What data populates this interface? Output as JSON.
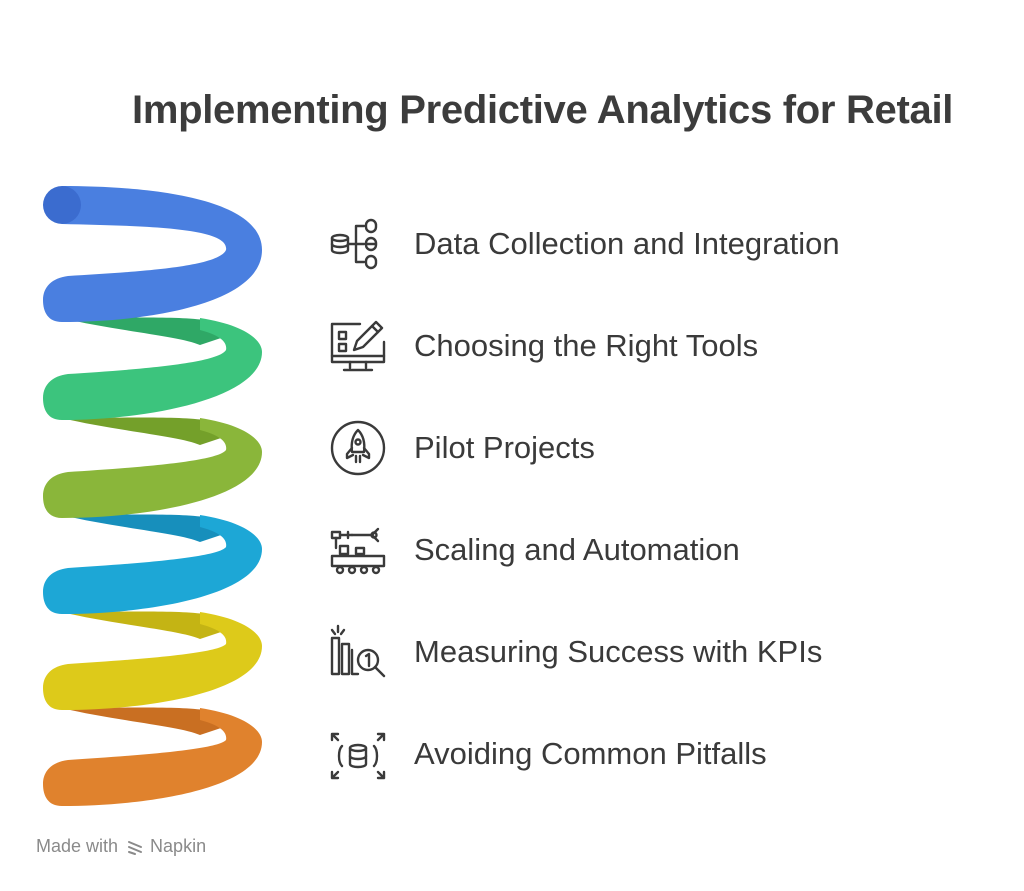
{
  "title": "Implementing Predictive Analytics for Retail",
  "colors": {
    "blue": "#4a7fe0",
    "green": "#3cc47d",
    "lime": "#8ab63a",
    "cyan": "#1da7d6",
    "yellow": "#ddca1a",
    "orange": "#e0822d"
  },
  "steps": [
    {
      "label": "Data Collection and Integration",
      "icon": "database-network-icon"
    },
    {
      "label": "Choosing the Right Tools",
      "icon": "design-monitor-icon"
    },
    {
      "label": "Pilot Projects",
      "icon": "rocket-icon"
    },
    {
      "label": "Scaling and Automation",
      "icon": "robot-arm-conveyor-icon"
    },
    {
      "label": "Measuring Success with KPIs",
      "icon": "bar-chart-magnifier-icon"
    },
    {
      "label": "Avoiding Common Pitfalls",
      "icon": "database-scan-icon"
    }
  ],
  "footer": {
    "made_with": "Made with",
    "brand": "Napkin"
  }
}
